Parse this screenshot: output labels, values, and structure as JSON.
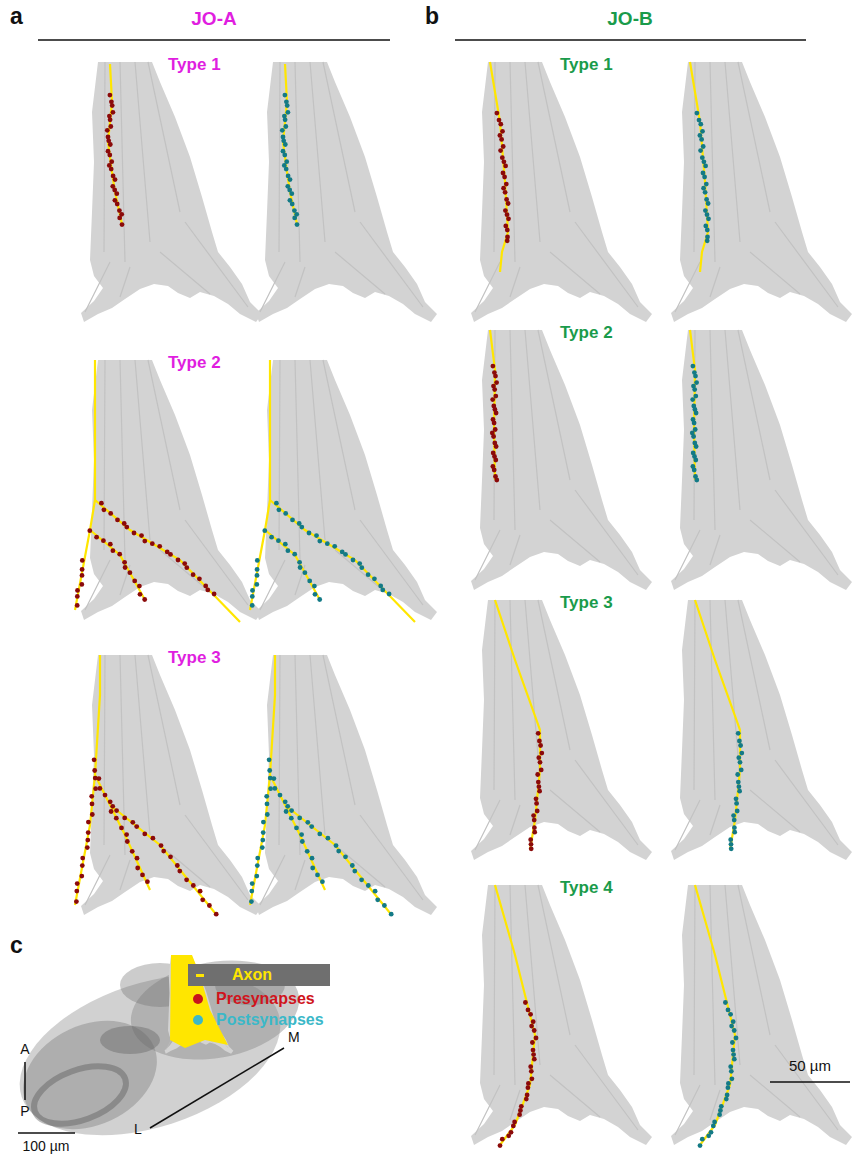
{
  "diagram": {
    "labels": [
      "a",
      "JO-A",
      "b",
      "JO-B",
      "Type 1",
      "Type 2",
      "Type 3",
      "Type 1",
      "Type 2",
      "Type 3",
      "Type 4",
      "50 µm",
      "c",
      "A",
      "P",
      "M",
      "L",
      "100 µm"
    ],
    "legend": [
      {
        "text": "Axon",
        "color": "#ffe600"
      },
      {
        "text": "Presynapses",
        "color": "#c8141c"
      },
      {
        "text": "Postsynapses",
        "color": "#3bb8c8"
      }
    ]
  }
}
